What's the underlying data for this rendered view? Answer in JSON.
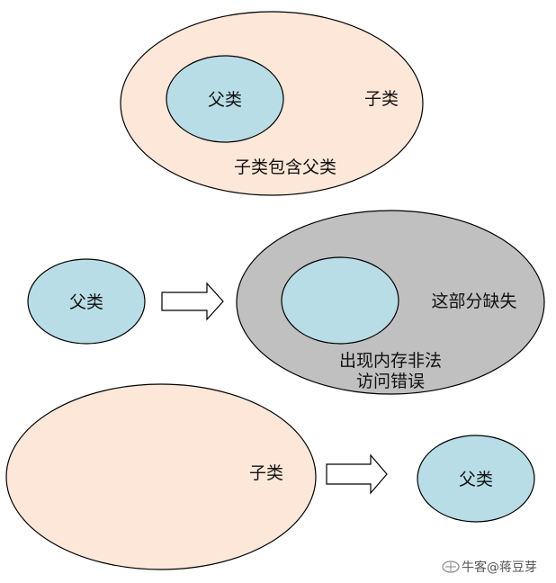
{
  "colors": {
    "child_fill": "#fde7d8",
    "parent_fill": "#b9dde7",
    "lost_fill": "#c0c0c0",
    "stroke": "#000000"
  },
  "diagram1": {
    "child_label": "子类",
    "parent_label": "父类",
    "caption": "子类包含父类"
  },
  "diagram2": {
    "parent_label": "父类",
    "lost_label": "这部分缺失",
    "error_line1": "出现内存非法",
    "error_line2": "访问错误"
  },
  "diagram3": {
    "child_label": "子类",
    "parent_label": "父类"
  },
  "watermark": {
    "icon": "niuke-logo-icon",
    "text": "牛客@蒋豆芽"
  }
}
